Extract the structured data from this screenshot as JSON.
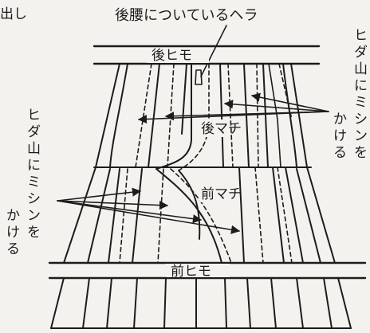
{
  "diagram": {
    "corner_fragment": "出し",
    "callout_top": "後腰についているヘラ",
    "back_band": "後ヒモ",
    "front_band": "前ヒモ",
    "back_gusset": "後マチ",
    "front_gusset": "前マチ",
    "note_right": [
      "ヒ",
      "ダ",
      "山",
      "に",
      "ミ",
      "シ",
      "ン",
      "を",
      "か",
      "け",
      "る"
    ],
    "note_left": [
      "ヒ",
      "ダ",
      "山",
      "に",
      "ミ",
      "シ",
      "ン",
      "を",
      "か",
      "け",
      "る"
    ]
  },
  "colors": {
    "ink": "#1c1c1c",
    "paper": "#f4f2ee"
  }
}
